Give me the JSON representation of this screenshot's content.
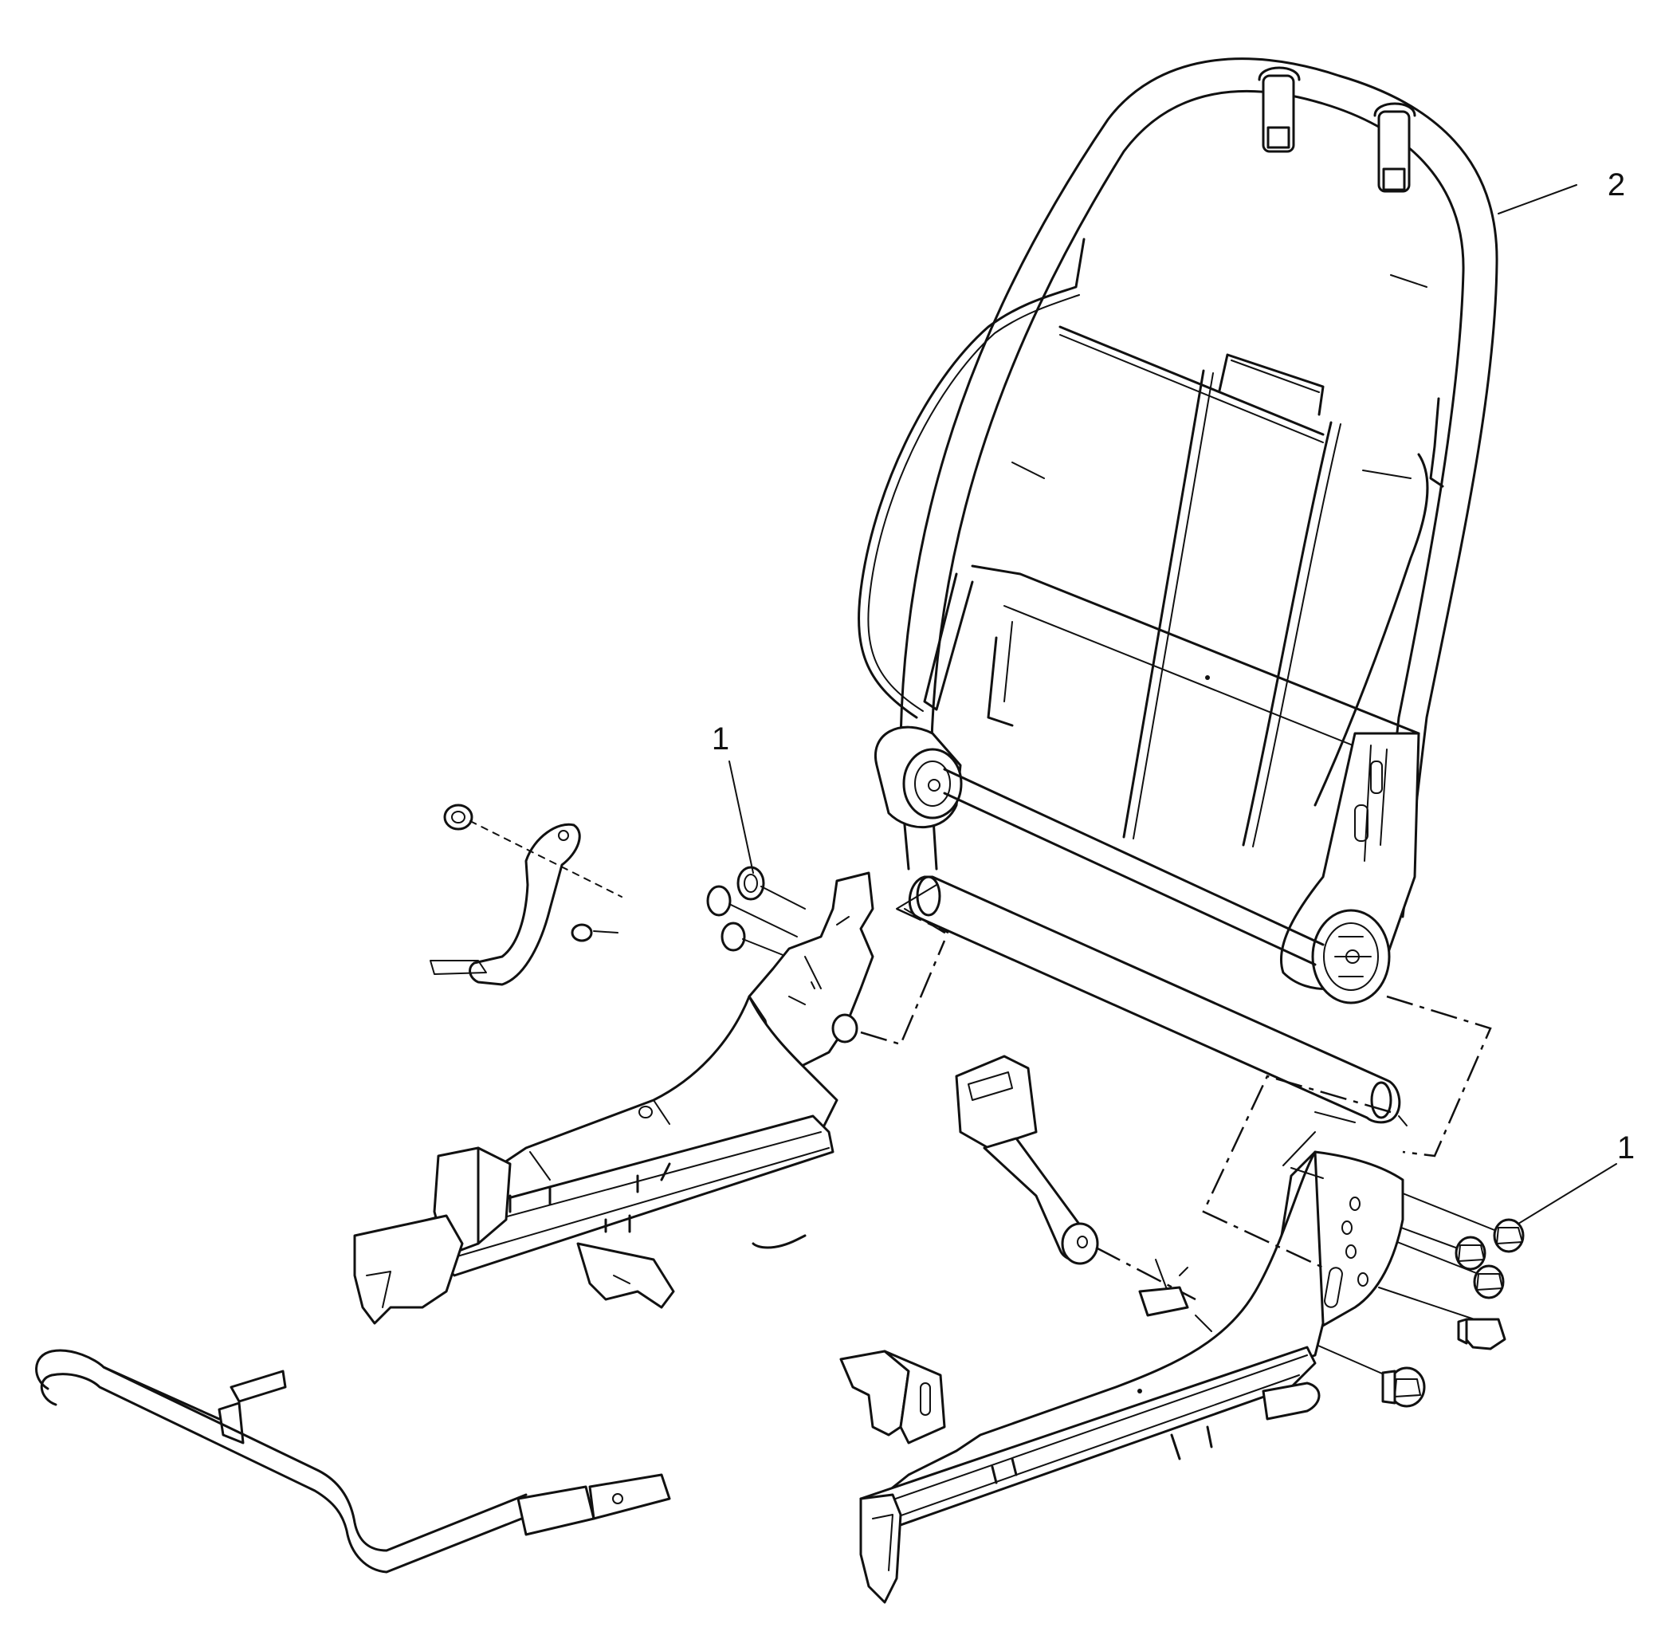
{
  "callouts": [
    {
      "id": "callout-1-left",
      "label": "1"
    },
    {
      "id": "callout-2",
      "label": "2"
    },
    {
      "id": "callout-1-right",
      "label": "1"
    }
  ]
}
